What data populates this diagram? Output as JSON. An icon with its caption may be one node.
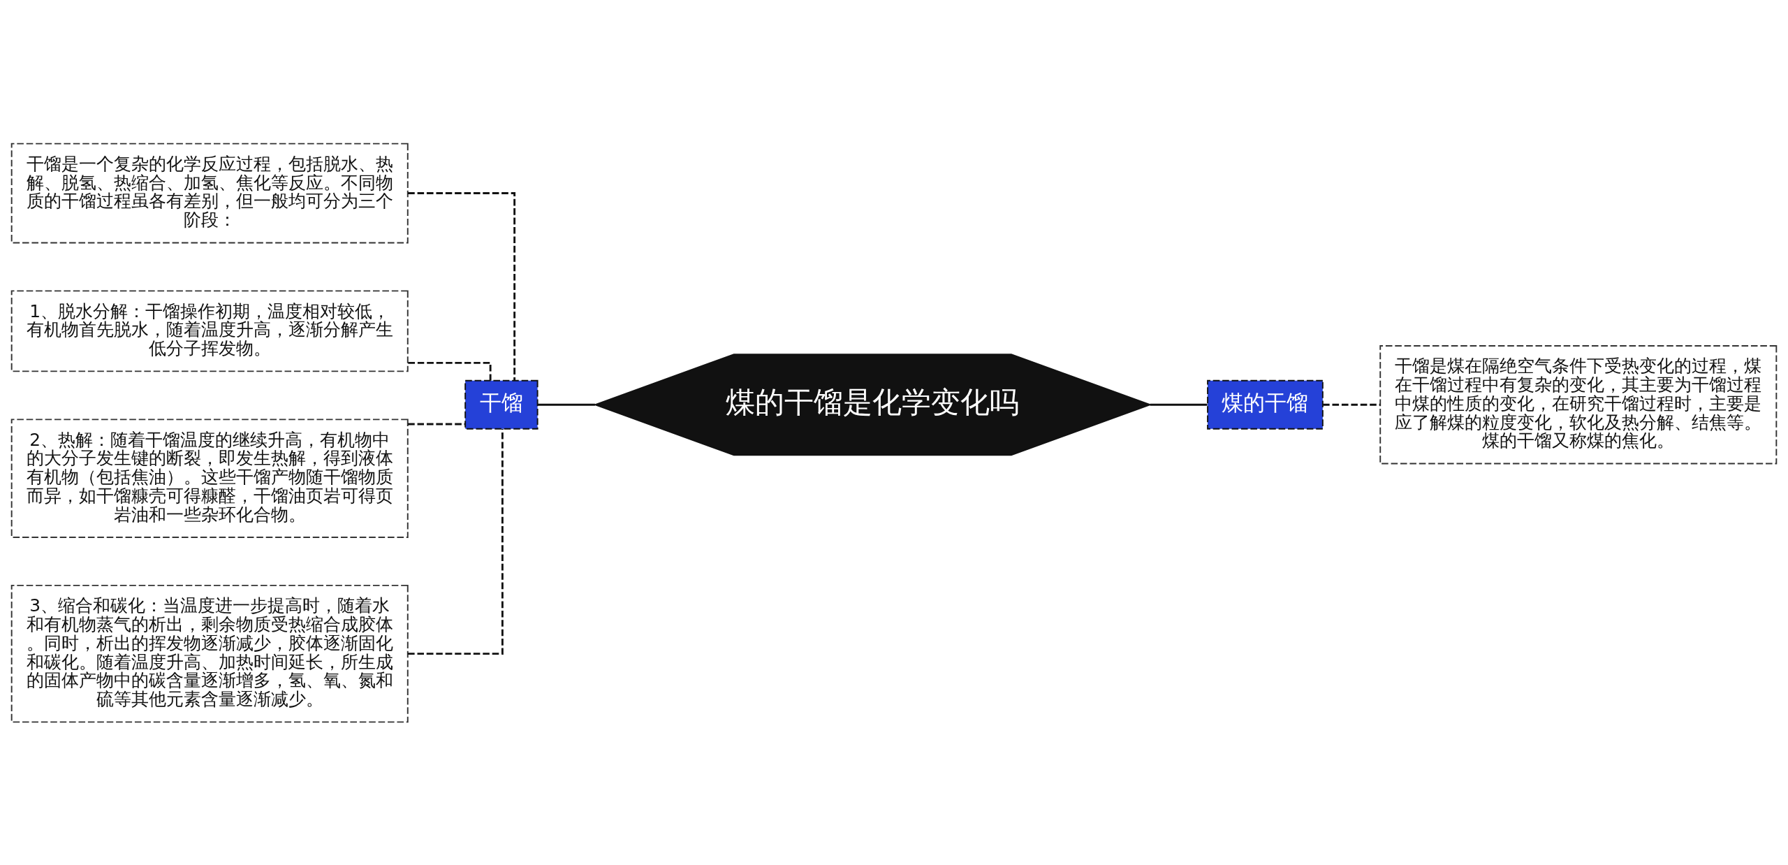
{
  "diagram": {
    "nodes": [
      {
        "text": [
          "煤的干馏是化学变化吗"
        ]
      },
      {
        "text": [
          "干馏"
        ]
      },
      {
        "text": [
          "干馏是一个复杂的化学反应过程，包括脱水、热解、脱氢、热缩合、加氢、焦化等反应。不同物质的干馏过程虽各有差别，但一般均可分为三个阶段："
        ]
      },
      {
        "text": [
          "1、脱水分解：干馏操作初期，温度相对较低，有机物首先脱水，随着温度升高，逐渐分解产生低分子挥发物。"
        ]
      },
      {
        "text": [
          "2、热解：随着干馏温度的继续升高，有机物中的大分子发生键的断裂，即发生热解，得到液体有机物（包括焦油）。这些干馏产物随干馏物质而异，如干馏糠壳可得糠醛，干馏油页岩可得页岩油和一些杂环化合物。"
        ]
      },
      {
        "text": [
          "3、缩合和碳化：当温度进一步提高时，随着水和有机物蒸气的析出，剩余物质受热缩合成胶体。同时，析出的挥发物逐渐减少，胶体逐渐固化和碳化。随着温度升高、加热时间延长，所生成的固体产物中的碳含量逐渐增多，氢、氧、氮和硫等其他元素含量逐渐减少。"
        ]
      },
      {
        "text": [
          "煤的干馏"
        ]
      },
      {
        "text": [
          "干馏是煤在隔绝空气条件下受热变化的过程，煤在干馏过程中有复杂的变化，其主要为干馏过程中煤的性质的变化，在研究干馏过程时，主要是应了解煤的粒度变化，软化及热分解、结焦等。煤的干馏又称煤的焦化。"
        ]
      }
    ],
    "edges": [
      {
        "from": 0,
        "to": 1,
        "arrow": "none"
      },
      {
        "from": 1,
        "to": 2,
        "arrow": "none",
        "style": "dashed"
      },
      {
        "from": 1,
        "to": 3,
        "arrow": "none",
        "style": "dashed"
      },
      {
        "from": 1,
        "to": 4,
        "arrow": "none",
        "style": "dashed"
      },
      {
        "from": 1,
        "to": 5,
        "arrow": "none",
        "style": "dashed"
      },
      {
        "from": 0,
        "to": 6,
        "arrow": "none"
      },
      {
        "from": 6,
        "to": 7,
        "arrow": "none",
        "style": "dashed"
      }
    ]
  }
}
